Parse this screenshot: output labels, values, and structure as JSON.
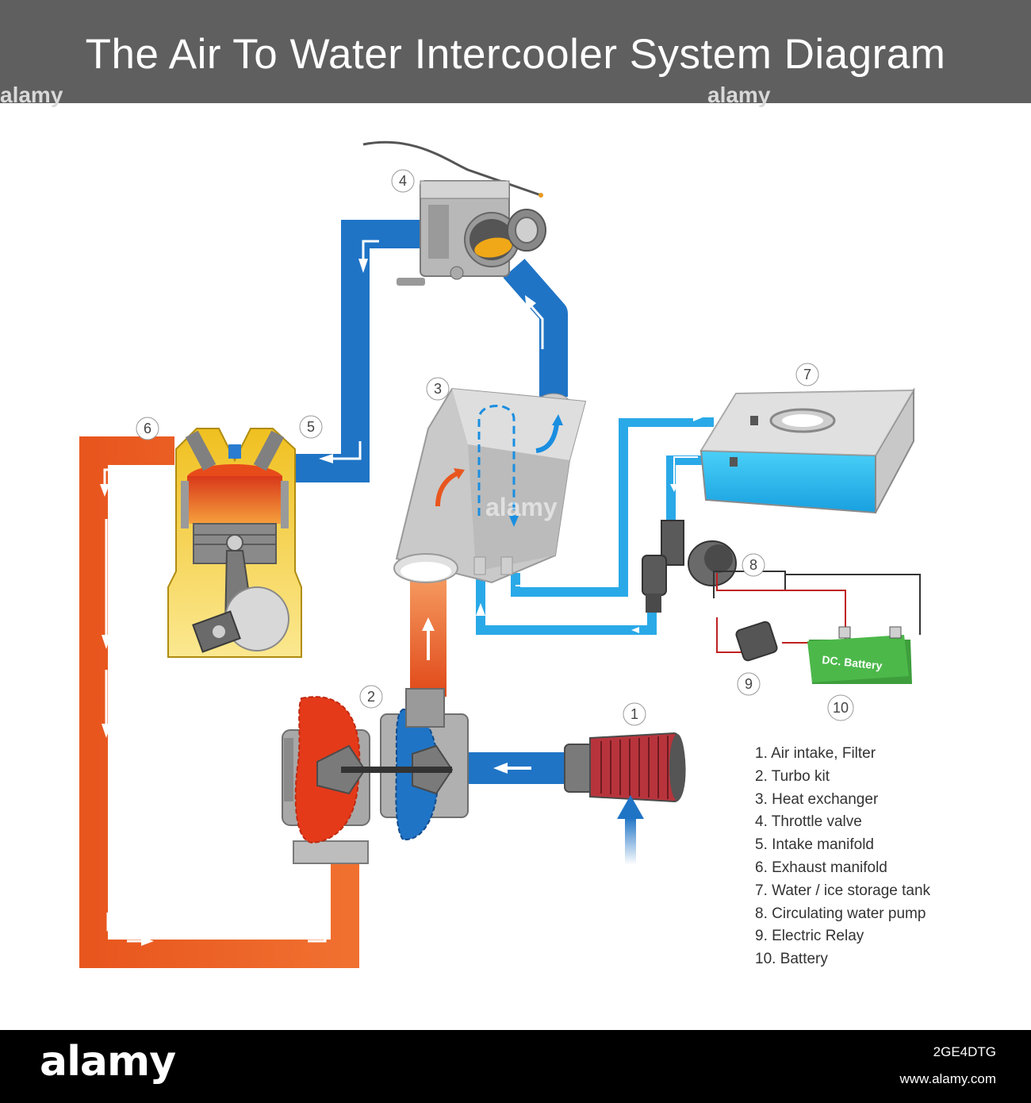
{
  "title": "The Air To Water Intercooler System Diagram",
  "watermarks": {
    "top_left": "alamy",
    "top_right": "alamy",
    "center": "alamy"
  },
  "components": {
    "callouts": [
      "1",
      "2",
      "3",
      "4",
      "5",
      "6",
      "7",
      "8",
      "9",
      "10"
    ],
    "battery_label": "DC. Battery"
  },
  "legend": [
    "1. Air intake, Filter",
    "2. Turbo kit",
    "3. Heat exchanger",
    "4. Throttle valve",
    "5. Intake manifold",
    "6. Exhaust manifold",
    "7. Water / ice storage tank",
    "8. Circulating water pump",
    "9. Electric Relay",
    "10. Battery"
  ],
  "colors": {
    "header": "#5f5f5f",
    "intake_air": "#1f74c6",
    "exhaust": "#e8561e",
    "coolant": "#2aa9e8",
    "battery": "#4cb84a"
  },
  "footer": {
    "logo": "alamy",
    "image_id": "2GE4DTG",
    "url": "www.alamy.com"
  }
}
